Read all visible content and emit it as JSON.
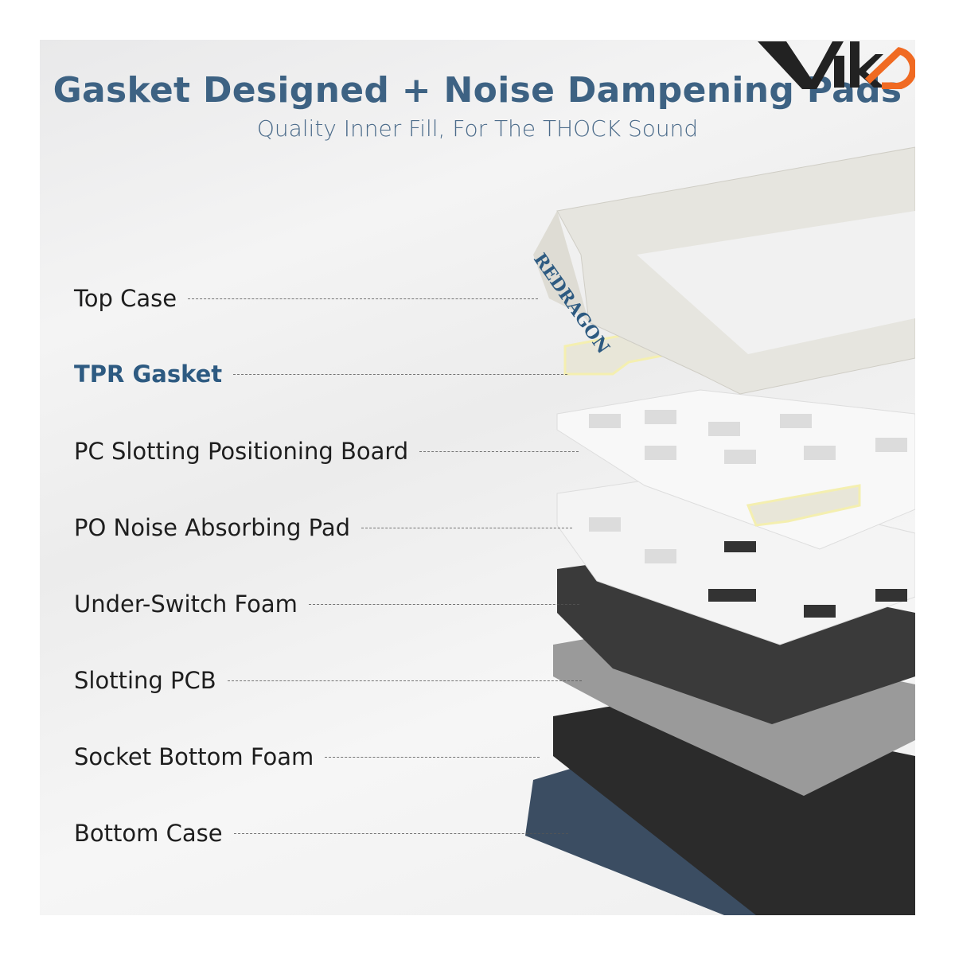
{
  "header": {
    "title": "Gasket Designed + Noise Dampening Pads",
    "subtitle": "Quality Inner Fill, For The THOCK Sound"
  },
  "brand_logo": "Viko",
  "case_brand": "REDRAGON",
  "layers": [
    {
      "label": "Top Case",
      "highlight": false
    },
    {
      "label": "TPR Gasket",
      "highlight": true
    },
    {
      "label": "PC Slotting Positioning Board",
      "highlight": false
    },
    {
      "label": "PO Noise Absorbing Pad",
      "highlight": false
    },
    {
      "label": "Under-Switch Foam",
      "highlight": false
    },
    {
      "label": "Slotting PCB",
      "highlight": false
    },
    {
      "label": "Socket Bottom Foam",
      "highlight": false
    },
    {
      "label": "Bottom Case",
      "highlight": false
    }
  ],
  "colors": {
    "title": "#3d6283",
    "accent": "#2d5a81",
    "logo_orange": "#f06a22",
    "logo_dark": "#222222"
  }
}
